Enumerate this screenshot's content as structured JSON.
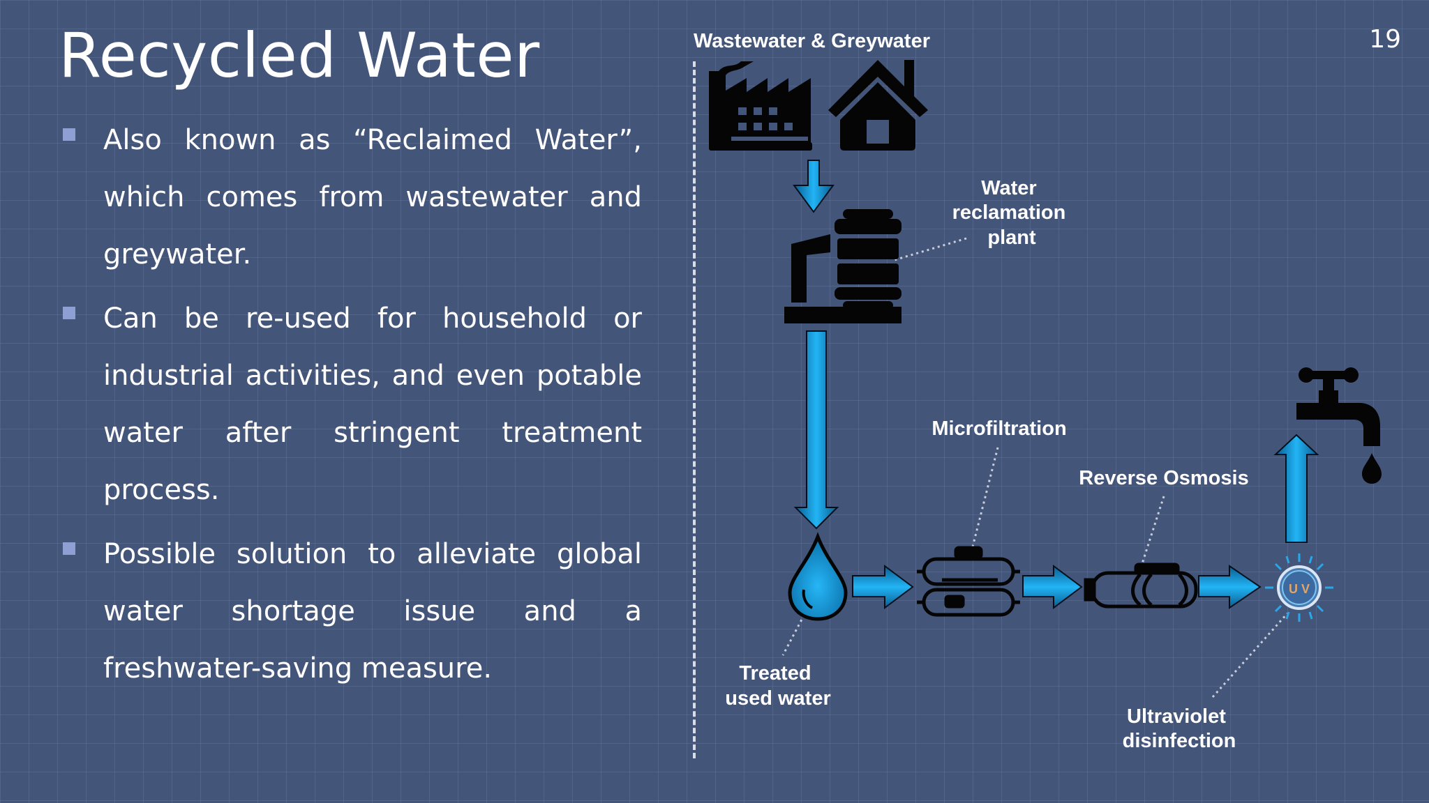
{
  "slide": {
    "title": "Recycled Water",
    "page_number": "19",
    "bullets": [
      "Also known as “Reclaimed Water”, which comes from wastewater and greywater.",
      "Can be re-used for household or industrial activities, and even potable water after stringent treatment process.",
      "Possible solution to alleviate global water shortage issue and a freshwater-saving measure."
    ]
  },
  "diagram": {
    "source_label": "Wastewater & Greywater",
    "plant_label_lines": [
      "Water",
      "reclamation",
      "plant"
    ],
    "treated_label_lines": [
      "Treated",
      "used water"
    ],
    "microfiltration_label": "Microfiltration",
    "reverse_osmosis_label": "Reverse Osmosis",
    "uv_label_lines": [
      "Ultraviolet",
      "disinfection"
    ],
    "uv_badge": "U V",
    "colors": {
      "arrow": "#1aa0e6",
      "arrow_dark": "#0a5c8f",
      "icon": "#050505",
      "background": "#44557a"
    }
  }
}
